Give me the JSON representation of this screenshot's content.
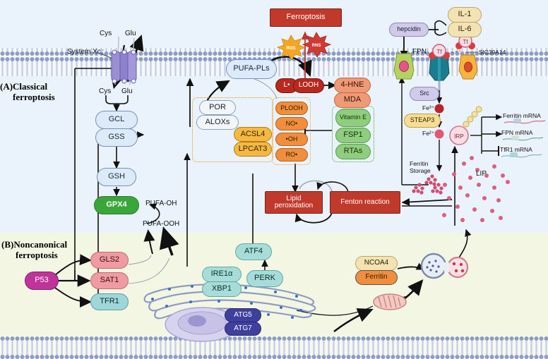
{
  "figure": {
    "sections": [
      {
        "id": "A",
        "text": "(A)Classical\nferroptosis",
        "line1": "(A)Classical",
        "line2": "ferroptosis"
      },
      {
        "id": "B",
        "text": "(B)Noncanonical\nferroptosis",
        "line1": "(B)Noncanonical",
        "line2": "ferroptosis"
      }
    ]
  },
  "labels": {
    "system_xc": "System Xc⁻",
    "cys_out": "Cys",
    "glu_out": "Glu",
    "cys_in": "Cys",
    "glu_in": "Glu",
    "pufa_oh": "PUFA-OH",
    "pufa_ooh": "PUFA-OOH",
    "fpn": "FPN",
    "slc39a14": "SlC39A14",
    "tf1": "Tf",
    "tf2": "Tf",
    "fe3": "Fe³⁺",
    "fe2": "Fe²⁺",
    "ferritin_storage_l1": "Ferritin",
    "ferritin_storage_l2": "Storage",
    "lip": "LIP",
    "ferritin_mrna": "Ferritin mRNA",
    "fpn_mrna": "FPN mRNA",
    "tfr1_mrna": "TfR1 mRNA",
    "burst_ros": "ROS",
    "burst_rns": "RNS"
  },
  "nodes": {
    "gcl": "GCL",
    "gss": "GSS",
    "gsh": "GSH",
    "gpx4": "GPX4",
    "pufa_pls": "PUFA-PLs",
    "por": "POR",
    "aloxs": "ALOXs",
    "acsl4": "ACSL4",
    "lpcat3": "LPCAT3",
    "l_radical": "L•",
    "looh": "LOOH",
    "plooh": "PLOOH",
    "no_radical": "NO•",
    "oh_radical": "•OH",
    "ro_radical": "RO•",
    "hne": "4-HNE",
    "mda": "MDA",
    "vitamin_e": "Vitamin E",
    "fsp1": "FSP1",
    "rtas": "RTAs",
    "ferroptosis": "Ferroptosis",
    "lipid_peroxidation": "Lipid peroxidation",
    "fenton_reaction": "Fenton reaction",
    "hepcidin": "hepcidin",
    "il1": "IL-1",
    "il6": "IL-6",
    "src": "Src",
    "steap3": "STEAP3",
    "irp": "IRP",
    "p53": "P53",
    "gls2": "GLS2",
    "sat1": "SAT1",
    "tfr1": "TFR1",
    "ire1a": "IRE1α",
    "xbp1": "XBP1",
    "atf4": "ATF4",
    "perk": "PERK",
    "atg5": "ATG5",
    "atg7": "ATG7",
    "ncoa4": "NCOA4",
    "ferritin": "Ferritin"
  },
  "colors": {
    "cytoplasm": "#eaf2fb",
    "lower_compartment": "#f4f6e4",
    "membrane_head": "#8e9cc4",
    "ferroptosis_red": "#b8281f",
    "gpx4_green": "#3aa53a",
    "p53_magenta": "#c0349a",
    "acsl4_orange": "#f5b942",
    "lip_dot": "#d9607f",
    "arrow": "#111111",
    "inhibit": "#111111"
  }
}
